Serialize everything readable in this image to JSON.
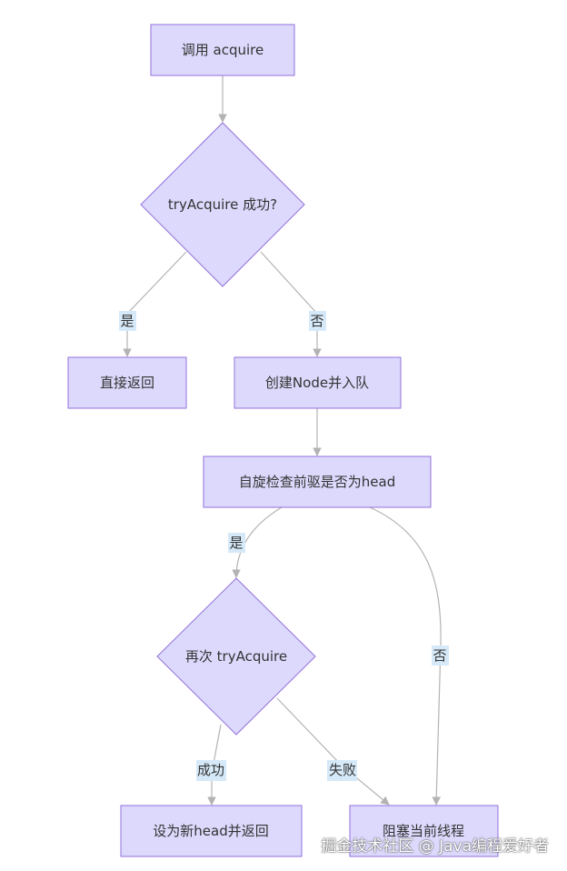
{
  "nodes": {
    "call_acquire": "调用 acquire",
    "try_acquire_ok": "tryAcquire 成功?",
    "return_direct": "直接返回",
    "create_enqueue": "创建Node并入队",
    "spin_check": "自旋检查前驱是否为head",
    "try_again": "再次 tryAcquire",
    "set_head_return": "设为新head并返回",
    "block_thread": "阻塞当前线程"
  },
  "edge_labels": {
    "yes1": "是",
    "no1": "否",
    "yes2": "是",
    "no2": "否",
    "success": "成功",
    "fail": "失败"
  },
  "colors": {
    "node_fill": "#dcd9fc",
    "node_stroke": "#9370DB",
    "edge": "#b3b3b3",
    "label_bg": "#d6e9f8"
  },
  "watermark": "掘金技术社区 @ Java编程爱好者"
}
